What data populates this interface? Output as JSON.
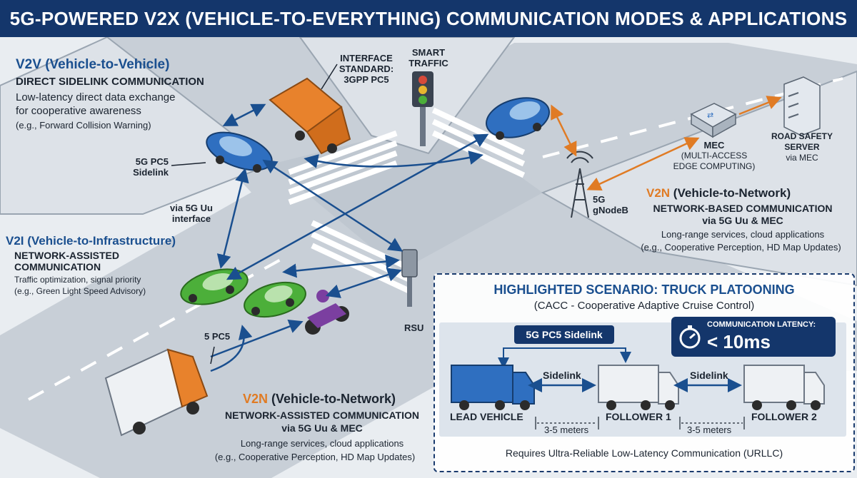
{
  "title": "5G-POWERED V2X (VEHICLE-TO-EVERYTHING) COMMUNICATION MODES & APPLICATIONS",
  "v2v": {
    "heading": "V2V (Vehicle-to-Vehicle)",
    "subheading": "DIRECT SIDELINK COMMUNICATION",
    "desc1": "Low-latency direct data exchange",
    "desc2": "for cooperative awareness",
    "example": "(e.g., Forward Collision Warning)"
  },
  "v2i": {
    "heading": "V2I (Vehicle-to-Infrastructure)",
    "sub1": "NETWORK-ASSISTED",
    "sub2": "COMMUNICATION",
    "desc": "Traffic optimization, signal priority",
    "example": "(e.g., Green Light Speed Advisory)"
  },
  "v2n_right": {
    "prefix": "V2N",
    "heading_rest": " (Vehicle-to-Network)",
    "sub1": "NETWORK-BASED COMMUNICATION",
    "sub2": "via 5G Uu & MEC",
    "desc": "Long-range services, cloud applications",
    "example": "(e.g., Cooperative Perception, HD Map Updates)"
  },
  "v2n_bottom": {
    "prefix": "V2N",
    "heading_rest": " (Vehicle-to-Network)",
    "sub1": "NETWORK-ASSISTED COMMUNICATION",
    "sub2": "via 5G Uu & MEC",
    "desc": "Long-range services, cloud applications",
    "example": "(e.g., Cooperative Perception, HD Map Updates)"
  },
  "labels": {
    "interface1": "INTERFACE",
    "interface2": "STANDARD:",
    "interface3": "3GPP PC5",
    "smart1": "SMART",
    "smart2": "TRAFFIC",
    "pc5_1": "5G PC5",
    "pc5_2": "Sidelink",
    "uu1": "via 5G Uu",
    "uu2": "interface",
    "pc5_short": "5 PC5",
    "rsu": "RSU",
    "gnb1": "5G",
    "gnb2": "gNodeB",
    "mec1": "MEC",
    "mec2": "(MULTI-ACCESS",
    "mec3": "EDGE COMPUTING)",
    "server1": "ROAD SAFETY",
    "server2": "SERVER",
    "server3": "via MEC"
  },
  "scenario": {
    "heading": "HIGHLIGHTED SCENARIO: TRUCK PLATOONING",
    "subheading": "(CACC - Cooperative Adaptive Cruise Control)",
    "sidelink_tag": "5G PC5 Sidelink",
    "latency_label": "COMMUNICATION LATENCY:",
    "latency_value": "< 10ms",
    "link1": "Sidelink",
    "link2": "Sidelink",
    "truck1": "LEAD VEHICLE",
    "truck2": "FOLLOWER 1",
    "truck3": "FOLLOWER 2",
    "gap1": "3-5 meters",
    "gap2": "3-5 meters",
    "footer": "Requires Ultra-Reliable Low-Latency Communication (URLLC)"
  },
  "colors": {
    "header": "#14366b",
    "accent_blue": "#1a4f8f",
    "accent_orange": "#e07b24",
    "road": "#c9d0d8",
    "car_blue": "#2f6fc0",
    "car_green": "#4caf3a",
    "truck_orange": "#e8822c"
  }
}
